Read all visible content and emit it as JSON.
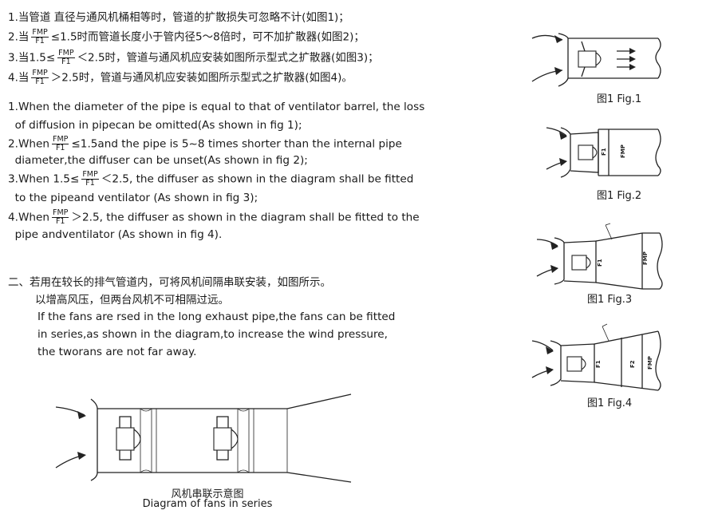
{
  "cn_items": [
    {
      "prefix": "1.当管道 直径与通风机桶相等时，管道的扩散损失可忽略不计(如图1)；",
      "frac": null,
      "suffix": ""
    },
    {
      "prefix": "2.当",
      "frac": {
        "num": "FMP",
        "den": "F1"
      },
      "suffix": "≤1.5时而管道长度小于管内径5～8倍时，可不加扩散器(如图2)；"
    },
    {
      "prefix": "3.当1.5≤",
      "frac": {
        "num": "FMP",
        "den": "F1"
      },
      "suffix": "＜2.5时，管道与通风机应安装如图所示型式之扩散器(如图3)；"
    },
    {
      "prefix": "4.当",
      "frac": {
        "num": "FMP",
        "den": "F1"
      },
      "suffix": "＞2.5时，管道与通风机应安装如图所示型式之扩散器(如图4)。"
    }
  ],
  "en_items": [
    {
      "prefix": "1.When the diameter of the pipe is equal to that of ventilator barrel, the loss",
      "frac": null,
      "suffix": ""
    },
    {
      "prefix": "  of diffusion in pipecan be omitted(As shown in fig 1);",
      "frac": null,
      "suffix": ""
    },
    {
      "prefix": "2.When",
      "frac": {
        "num": "FMP",
        "den": "F1"
      },
      "suffix": "≤1.5and the pipe is 5~8 times shorter than the internal pipe"
    },
    {
      "prefix": "  diameter,the diffuser can be unset(As shown in fig 2);",
      "frac": null,
      "suffix": ""
    },
    {
      "prefix": "3.When 1.5≤",
      "frac": {
        "num": "FMP",
        "den": "F1"
      },
      "suffix": "＜2.5,  the diffuser as shown in the diagram shall be fitted"
    },
    {
      "prefix": "  to the pipeand ventilator (As shown in fig 3);",
      "frac": null,
      "suffix": ""
    },
    {
      "prefix": "4.When",
      "frac": {
        "num": "FMP",
        "den": "F1"
      },
      "suffix": "＞2.5,  the diffuser as shown in the diagram shall be fitted to the"
    },
    {
      "prefix": "  pipe andventilator (As shown in fig 4).",
      "frac": null,
      "suffix": ""
    }
  ],
  "series_section": {
    "cn_line1": "二、若用在较长的排气管道内，可将风机间隔串联安装，如图所示。",
    "cn_line2": "以增高风压，但两台风机不可相隔过远。",
    "en_lines": [
      "If the fans are rsed in the long exhaust pipe,the fans can be fitted",
      "in series,as shown in the diagram,to increase the wind pressure,",
      "the tworans are not far away."
    ]
  },
  "figures": {
    "fig1_caption": "图1 Fig.1",
    "fig2_caption": "图1 Fig.2",
    "fig3_caption": "图1 Fig.3",
    "fig4_caption": "图1 Fig.4",
    "label_f1": "F1",
    "label_f2": "F2",
    "label_fmp": "FMP"
  },
  "series_caption": {
    "cn": "风机串联示意图",
    "en": "Diagram of fans in series"
  }
}
